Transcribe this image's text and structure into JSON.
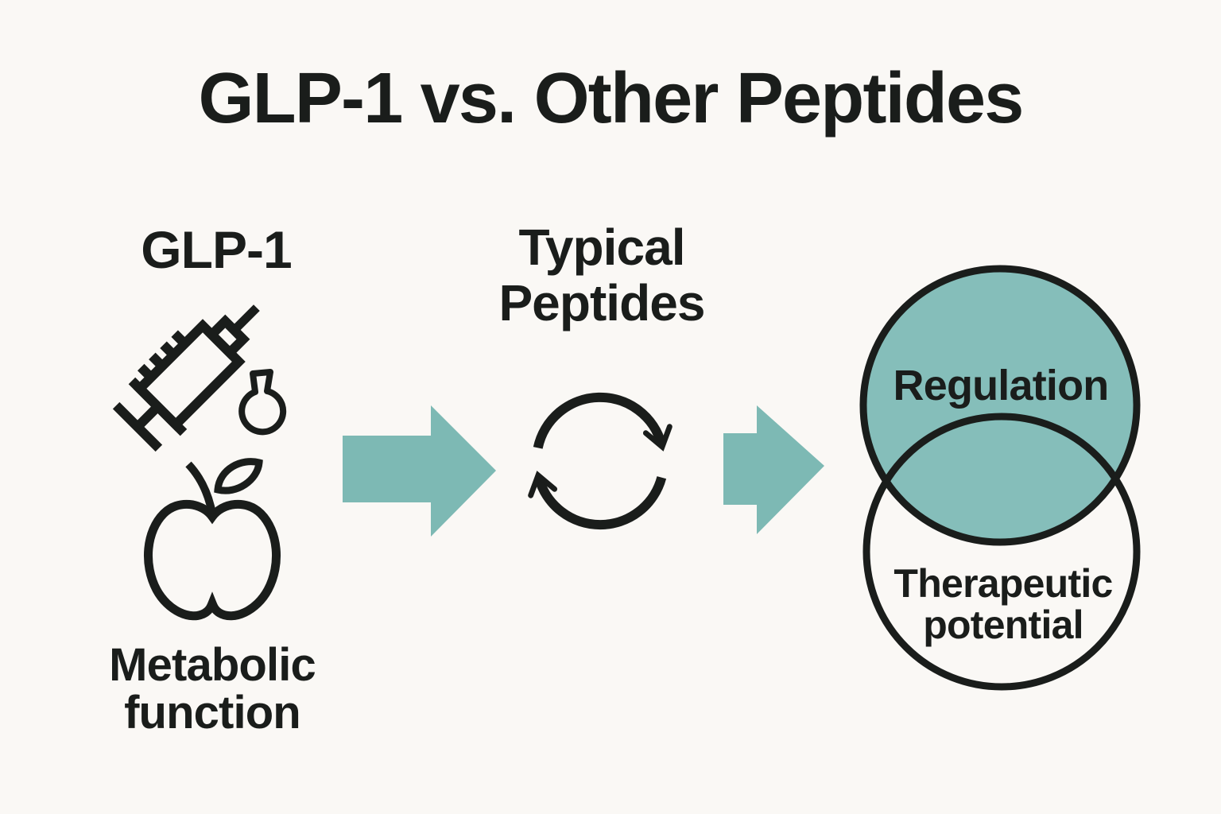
{
  "title": "GLP-1 vs. Other Peptides",
  "colors": {
    "background": "#faf8f5",
    "ink": "#1a1d1b",
    "arrow_teal": "#7db9b4",
    "circle_fill_teal": "#85beba"
  },
  "glp1_column": {
    "heading": "GLP-1",
    "icons": [
      "syringe-icon",
      "flask-icon",
      "apple-icon"
    ],
    "caption": {
      "line1": "Metabolic",
      "line2": "function"
    }
  },
  "peptides_column": {
    "heading": {
      "line1": "Typical",
      "line2": "Peptides"
    },
    "icon": "cycle-arrows-icon"
  },
  "flow": {
    "arrow1": "right-arrow",
    "arrow2": "right-arrow"
  },
  "venn": {
    "top_circle": {
      "label": "Regulation",
      "filled": true
    },
    "bottom_circle": {
      "label_line1": "Therapeutic",
      "label_line2": "potential",
      "filled": false
    }
  }
}
